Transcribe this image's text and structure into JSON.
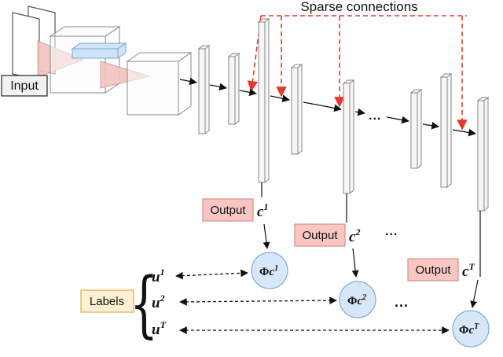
{
  "diagram": {
    "sparse_label": "Sparse connections",
    "input_label": "Input",
    "labels_title": "Labels",
    "labels_brace": "{",
    "flow_dots": "...",
    "output_dots": "...",
    "node_dots": "...",
    "outputs": [
      {
        "label": "Output",
        "var": "c",
        "sup": "1"
      },
      {
        "label": "Output",
        "var": "c",
        "sup": "2"
      },
      {
        "label": "Output",
        "var": "c",
        "sup": "T"
      }
    ],
    "nodes": [
      {
        "phi": "Φ",
        "var": "c",
        "sup": "1"
      },
      {
        "phi": "Φ",
        "var": "c",
        "sup": "2"
      },
      {
        "phi": "Φ",
        "var": "c",
        "sup": "T"
      }
    ],
    "truth_labels": [
      {
        "var": "u",
        "sup": "1"
      },
      {
        "var": "u",
        "sup": "2"
      },
      {
        "var": "u",
        "sup": "T"
      }
    ],
    "colors": {
      "sparse_red": "#e23b2e",
      "output_fill": "#f8c7c4",
      "output_stroke": "#d98c8c",
      "node_fill": "#d7e6f8",
      "node_stroke": "#84a9d6",
      "labels_fill": "#fdf1d1",
      "labels_stroke": "#ddb35a",
      "cone_fill": "#f1c4bf",
      "slab_fill": "#cfe4f6"
    }
  }
}
